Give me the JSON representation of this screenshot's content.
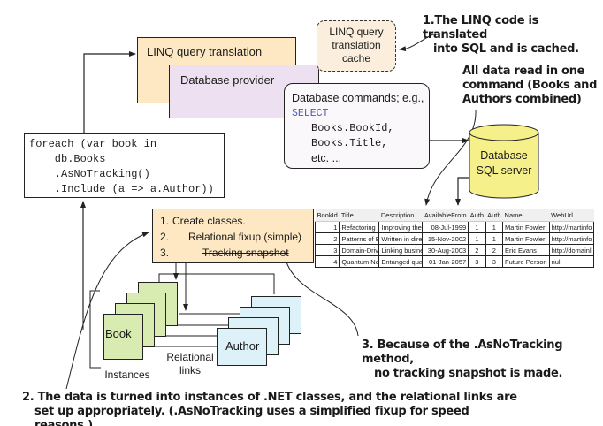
{
  "diagram": {
    "boxes": {
      "linq_translation": "LINQ query translation",
      "database_provider": "Database provider",
      "cache": [
        "LINQ query",
        "translation",
        "cache"
      ],
      "database_commands": {
        "intro": "Database commands; e.g.,",
        "keyword": "SELECT",
        "lines": [
          "Books.BookId,",
          "Books.Title,"
        ],
        "etc": "etc. ..."
      },
      "database": [
        "Database",
        "SQL server"
      ]
    },
    "code": [
      "foreach (var book in",
      "    db.Books",
      "    .AsNoTracking()",
      "    .Include (a => a.Author))"
    ],
    "steps": [
      {
        "num": "1.",
        "text": "Create classes.",
        "struck": false
      },
      {
        "num": "2.",
        "text": "Relational fixup (simple)",
        "struck": false
      },
      {
        "num": "3.",
        "text": "Tracking snapshot",
        "struck": true
      }
    ],
    "result_table": {
      "headers": [
        "BookId",
        "Title",
        "Description",
        "AvailableFrom",
        "Auth",
        "Auth",
        "Name",
        "WebUrl"
      ],
      "rows": [
        [
          "1",
          "Refactoring",
          "Improving the",
          "08-Jul-1999",
          "1",
          "1",
          "Martin Fowler",
          "http://martinfo"
        ],
        [
          "2",
          "Patterns of Ent",
          "Written in dire",
          "15-Nov-2002",
          "1",
          "1",
          "Martin Fowler",
          "http://martinfo"
        ],
        [
          "3",
          "Domain-Driven",
          "Linking busine",
          "30-Aug-2003",
          "2",
          "2",
          "Eric Evans",
          "http://domainl"
        ],
        [
          "4",
          "Quantum Netw",
          "Entanged qua",
          "01-Jan-2057",
          "3",
          "3",
          "Future Person",
          "null"
        ]
      ]
    },
    "instances": {
      "book_label": "Book",
      "author_label": "Author",
      "links_label": [
        "Relational",
        "links"
      ],
      "instances_label": "Instances"
    },
    "annotations": {
      "note1": [
        "1.The LINQ code is translated",
        "into SQL and is cached."
      ],
      "all_data": [
        "All data read in one",
        "command (Books and",
        "Authors combined)"
      ],
      "note2": [
        "2. The data is turned into instances of .NET classes, and the relational links are",
        "set up appropriately. (.AsNoTracking uses a simplified fixup for speed reasons.)"
      ],
      "note3": [
        "3. Because of the .AsNoTracking method,",
        "no tracking snapshot is made."
      ]
    },
    "colors": {
      "linq_fill": "#fde8c3",
      "provider_fill": "#ede0f0",
      "cache_fill": "#fbeedd",
      "database_fill": "#f6f08a",
      "book_fill": "#d8ebb0",
      "author_fill": "#ddf2f8",
      "sql_keyword": "#4d5bb5"
    }
  }
}
